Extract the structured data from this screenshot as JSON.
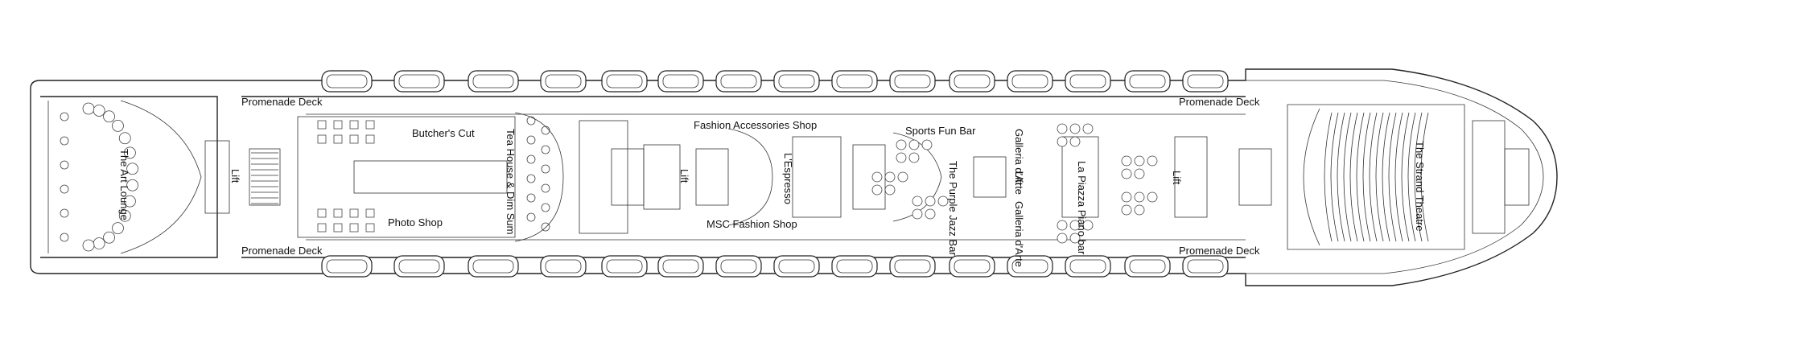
{
  "deck": {
    "promenade_label": "Promenade Deck",
    "lift_label": "Lift",
    "galleria_label": "Galleria d'Arte"
  },
  "venues": {
    "art_lounge": "The Art Lounge",
    "butchers_cut": "Butcher's Cut",
    "tea_house": "Tea House & Dim Sum",
    "photo_shop": "Photo Shop",
    "fashion_accessories": "Fashion Accessories Shop",
    "msc_fashion": "MSC Fashion Shop",
    "lespresso": "L'Espresso",
    "sports_fun_bar": "Sports Fun Bar",
    "purple_jazz_bar": "The Purple Jazz Bar",
    "la_piazza": "La Piazza Piano bar",
    "strand_theatre": "The Strand Theatre"
  },
  "colors": {
    "line": "#222222",
    "background": "#ffffff"
  }
}
